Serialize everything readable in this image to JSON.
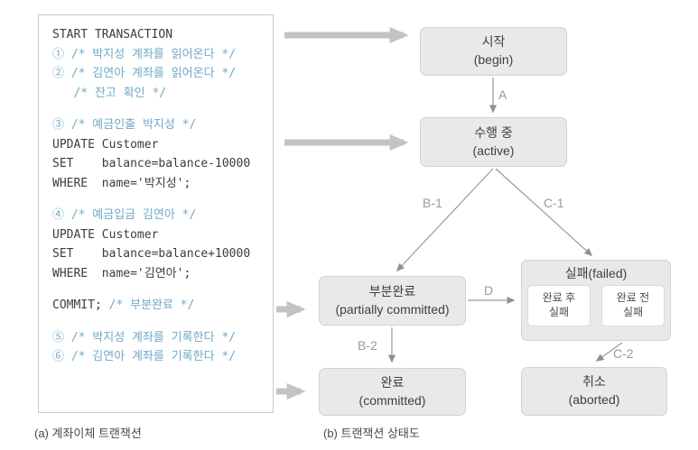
{
  "colors": {
    "comment_blue": "#6fa9c9",
    "node_fill": "#e9e9e9",
    "node_border": "#d2d2d2",
    "thick_arrow": "#c3c3c3",
    "thin_arrow": "#9a9a9a",
    "code_text": "#3c3c3c",
    "caption_text": "#4a4a4a"
  },
  "panel_a": {
    "caption": "(a) 계좌이체 트랜잭션",
    "code_lines": [
      {
        "segments": [
          {
            "text": "START TRANSACTION",
            "type": "code"
          }
        ]
      },
      {
        "segments": [
          {
            "text": "① /* 박지성 계좌를 읽어온다 */",
            "type": "comment"
          }
        ]
      },
      {
        "segments": [
          {
            "text": "② /* 김연아 계좌를 읽어온다 */",
            "type": "comment"
          }
        ]
      },
      {
        "segments": [
          {
            "text": "   /* 잔고 확인 */",
            "type": "comment"
          }
        ]
      },
      {
        "spacer": true
      },
      {
        "segments": [
          {
            "text": "③ /* 예금인출 박지성 */",
            "type": "comment"
          }
        ]
      },
      {
        "segments": [
          {
            "text": "UPDATE Customer",
            "type": "code"
          }
        ]
      },
      {
        "segments": [
          {
            "text": "SET    balance=balance-10000",
            "type": "code"
          }
        ]
      },
      {
        "segments": [
          {
            "text": "WHERE  name='박지성';",
            "type": "code"
          }
        ]
      },
      {
        "spacer": true
      },
      {
        "segments": [
          {
            "text": "④ /* 예금입금 김연아 */",
            "type": "comment"
          }
        ]
      },
      {
        "segments": [
          {
            "text": "UPDATE Customer",
            "type": "code"
          }
        ]
      },
      {
        "segments": [
          {
            "text": "SET    balance=balance+10000",
            "type": "code"
          }
        ]
      },
      {
        "segments": [
          {
            "text": "WHERE  name='김연아';",
            "type": "code"
          }
        ]
      },
      {
        "spacer": true
      },
      {
        "segments": [
          {
            "text": "COMMIT; ",
            "type": "code"
          },
          {
            "text": "/* 부분완료 */",
            "type": "comment"
          }
        ]
      },
      {
        "spacer": true
      },
      {
        "segments": [
          {
            "text": "⑤ /* 박지성 계좌를 기록한다 */",
            "type": "comment"
          }
        ]
      },
      {
        "segments": [
          {
            "text": "⑥ /* 김연아 계좌를 기록한다 */",
            "type": "comment"
          }
        ]
      }
    ]
  },
  "panel_b": {
    "caption": "(b) 트랜잭션 상태도",
    "nodes": {
      "begin": {
        "ko": "시작",
        "en": "(begin)"
      },
      "active": {
        "ko": "수행 중",
        "en": "(active)"
      },
      "partially_committed": {
        "ko": "부분완료",
        "en": "(partially committed)"
      },
      "failed": {
        "title": "실패(failed)",
        "sub_after": "완료 후\n실패",
        "sub_before": "완료 전\n실패"
      },
      "committed": {
        "ko": "완료",
        "en": "(committed)"
      },
      "aborted": {
        "ko": "취소",
        "en": "(aborted)"
      }
    },
    "edge_labels": {
      "a": "A",
      "b1": "B-1",
      "b2": "B-2",
      "c1": "C-1",
      "c2": "C-2",
      "d": "D"
    }
  }
}
